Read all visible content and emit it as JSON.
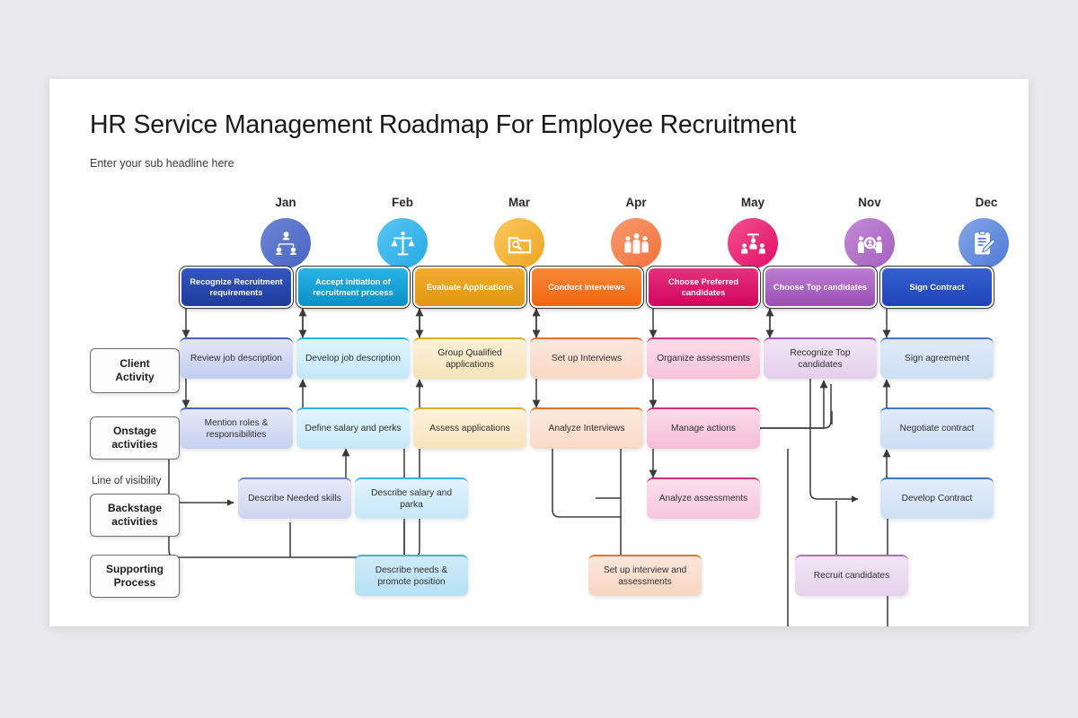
{
  "header": {
    "title": "HR Service Management Roadmap For Employee Recruitment",
    "subtitle": "Enter your sub headline here"
  },
  "line_of_visibility_label": "Line of visibility",
  "row_labels": [
    {
      "id": "client-activity",
      "label": "Client\nActivity"
    },
    {
      "id": "onstage-activities",
      "label": "Onstage\nactivities"
    },
    {
      "id": "backstage-activities",
      "label": "Backstage\nactivities"
    },
    {
      "id": "supporting-process",
      "label": "Supporting\nProcess"
    }
  ],
  "columns": [
    {
      "month": "Jan",
      "icon": "org-chart-people-icon",
      "icon_color": "#5572cd",
      "accent": "#2f4fae"
    },
    {
      "month": "Feb",
      "icon": "scales-balance-icon",
      "icon_color": "#3fb6ef",
      "accent": "#14a0d8"
    },
    {
      "month": "Mar",
      "icon": "file-search-icon",
      "icon_color": "#f7bb4a",
      "accent": "#e8a020"
    },
    {
      "month": "Apr",
      "icon": "group-people-icon",
      "icon_color": "#f4875c",
      "accent": "#f0701f"
    },
    {
      "month": "May",
      "icon": "team-presentation-icon",
      "icon_color": "#ef3d84",
      "accent": "#d81c66"
    },
    {
      "month": "Nov",
      "icon": "candidate-search-icon",
      "icon_color": "#b375c9",
      "accent": "#a058bd"
    },
    {
      "month": "Dec",
      "icon": "sign-document-icon",
      "icon_color": "#6b91dd",
      "accent": "#2a55c8"
    }
  ],
  "client_activity": [
    {
      "label": "Recognize Recruitment requirements",
      "color_start": "#3456bd",
      "color_end": "#1f3b9e"
    },
    {
      "label": "Accept initiation of recruitment process",
      "color_start": "#2ab3e6",
      "color_end": "#0a8fc6"
    },
    {
      "label": "Evaluate Applications",
      "color_start": "#f0ad2f",
      "color_end": "#e29512"
    },
    {
      "label": "Conduct Interviews",
      "color_start": "#f88a38",
      "color_end": "#f26411"
    },
    {
      "label": "Choose Preferred candidates",
      "color_start": "#e5317c",
      "color_end": "#d1055e"
    },
    {
      "label": "Choose Top candidates",
      "color_start": "#b濃",
      "color_end": "#9a4eb5"
    },
    {
      "label": "Sign Contract",
      "color_start": "#3660cf",
      "color_end": "#1f44b8"
    }
  ],
  "onstage": [
    {
      "label": "Review job description",
      "fill_start": "#e2e6f7",
      "fill_end": "#c2ccee",
      "accent": "#4a62b8"
    },
    {
      "label": "Develop job description",
      "fill_start": "#e1f4fd",
      "fill_end": "#c3e8fa",
      "accent": "#2fb4e8"
    },
    {
      "label": "Group Qualified applications",
      "fill_start": "#fbf0d8",
      "fill_end": "#f6e3ba",
      "accent": "#d9ad32"
    },
    {
      "label": "Set up Interviews",
      "fill_start": "#fce7dc",
      "fill_end": "#f9d8c5",
      "accent": "#e2742c"
    },
    {
      "label": "Organize assessments",
      "fill_start": "#fbdce8",
      "fill_end": "#f7c3da",
      "accent": "#d6368b"
    },
    {
      "label": "Recognize Top candidates",
      "fill_start": "#f1e4f4",
      "fill_end": "#e4d0ec",
      "accent": "#a85fc0"
    },
    {
      "label": "Sign agreement",
      "fill_start": "#e0eaf8",
      "fill_end": "#cddff4",
      "accent": "#4478c4"
    }
  ],
  "backstage": [
    {
      "label": "Mention roles & responsibilities",
      "fill_start": "#e4e8f8",
      "fill_end": "#c7d1ef",
      "accent": "#4a62b8",
      "col": 0
    },
    {
      "label": "Define salary and perks",
      "fill_start": "#e3f5fd",
      "fill_end": "#c6e9fa",
      "accent": "#2fb4e8",
      "col": 1
    },
    {
      "label": "Assess applications",
      "fill_start": "#fcf1da",
      "fill_end": "#f7e4bc",
      "accent": "#d9ad32",
      "col": 2
    },
    {
      "label": "Analyze Interviews",
      "fill_start": "#fce8de",
      "fill_end": "#f9dac8",
      "accent": "#e2742c",
      "col": 3
    },
    {
      "label": "Manage actions",
      "fill_start": "#fadbe8",
      "fill_end": "#f5bdd7",
      "accent": "#d0317f",
      "col": 4
    },
    {
      "label": "Negotiate contract",
      "fill_start": "#e1ebf9",
      "fill_end": "#ccdef5",
      "accent": "#4478c4",
      "col": 6
    }
  ],
  "support_tier_1": [
    {
      "label": "Describe Needed skills",
      "fill_start": "#e6e9f8",
      "fill_end": "#cdd5f0",
      "accent": "#6f83c9"
    },
    {
      "label": "Describe salary and parka",
      "fill_start": "#e2f3fd",
      "fill_end": "#c6e8fa",
      "accent": "#3fb4e8"
    },
    {
      "label": "Analyze assessments",
      "fill_start": "#fadfeb",
      "fill_end": "#f6c6dc",
      "accent": "#d0317f"
    },
    {
      "label": "Develop Contract",
      "fill_start": "#e2ecf9",
      "fill_end": "#cfe0f5",
      "accent": "#4478c4"
    }
  ],
  "support_tier_2": [
    {
      "label": "Describe needs & promote position",
      "fill_start": "#cfeaf9",
      "fill_end": "#b6e0f6",
      "accent": "#3fb4e8"
    },
    {
      "label": "Set up interview and assessments",
      "fill_start": "#fbe5da",
      "fill_end": "#f8d6c3",
      "accent": "#e2742c"
    },
    {
      "label": "Recruit candidates",
      "fill_start": "#f2e5f5",
      "fill_end": "#e6d2ed",
      "accent": "#b06fc6"
    }
  ]
}
